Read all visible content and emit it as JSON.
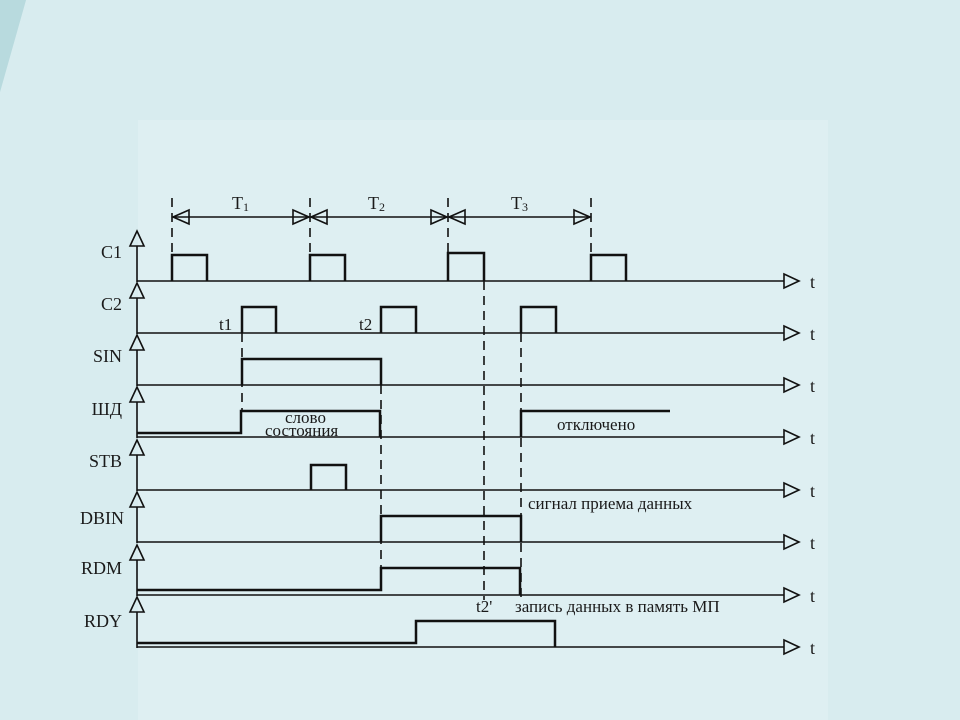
{
  "colors": {
    "background": "#c7e3e7",
    "panel": "#e3f2f4",
    "ink": "#111111"
  },
  "periods": [
    {
      "label": "T",
      "sub": "1"
    },
    {
      "label": "T",
      "sub": "2"
    },
    {
      "label": "T",
      "sub": "3"
    }
  ],
  "signals": [
    "C1",
    "C2",
    "SIN",
    "ШД",
    "STB",
    "DBIN",
    "RDM",
    "RDY"
  ],
  "axis_label": "t",
  "annotations": {
    "t1": "t1",
    "t2": "t2",
    "t2p": "t2'",
    "slovo": "слово",
    "sostoyaniya": "состояния",
    "otklyucheno": "отключено",
    "signal_priema": "сигнал приема данных",
    "zapis": "запись данных в память МП"
  }
}
